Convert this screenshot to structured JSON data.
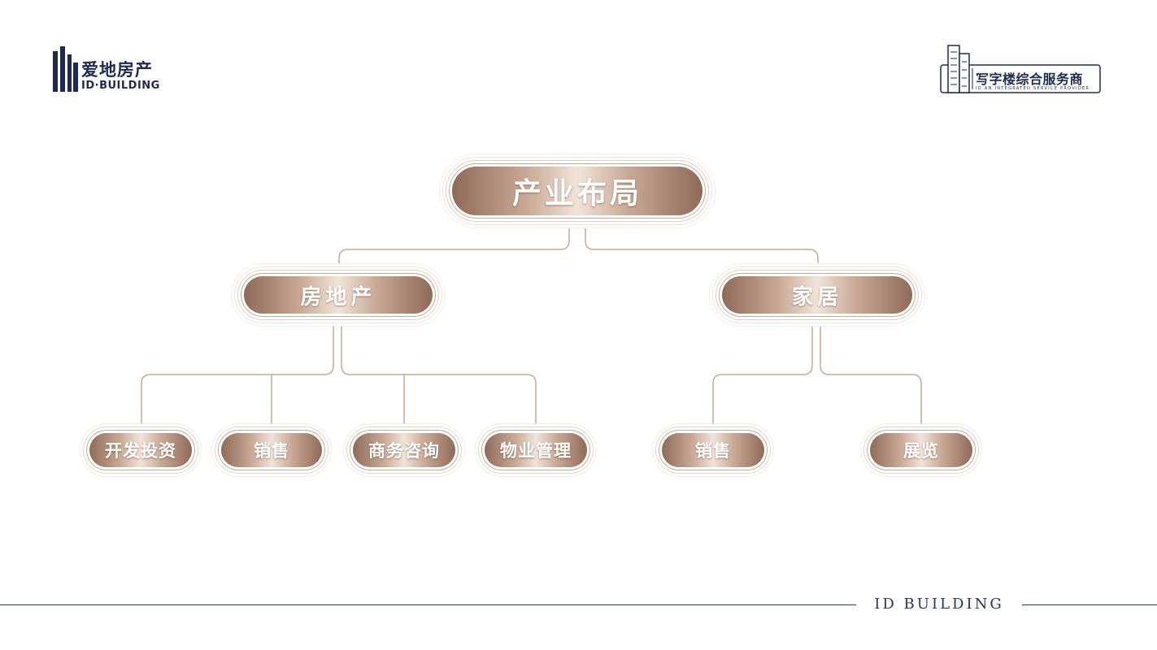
{
  "logo_left": {
    "cn": "爱地房产",
    "en": "ID·BUILDING"
  },
  "logo_right": {
    "cn": "写字楼综合服务商",
    "en": "ID AN INTEGRATED SERVICE PROVIDER"
  },
  "diagram": {
    "root": "产业布局",
    "branches": [
      {
        "label": "房地产",
        "children": [
          "开发投资",
          "销售",
          "商务咨询",
          "物业管理"
        ]
      },
      {
        "label": "家居",
        "children": [
          "销售",
          "展览"
        ]
      }
    ]
  },
  "colors": {
    "accent_copper": "#b28b77",
    "navy": "#1e2a50",
    "connector": "#c9a996"
  },
  "footer": {
    "text": "ID BUILDING"
  }
}
